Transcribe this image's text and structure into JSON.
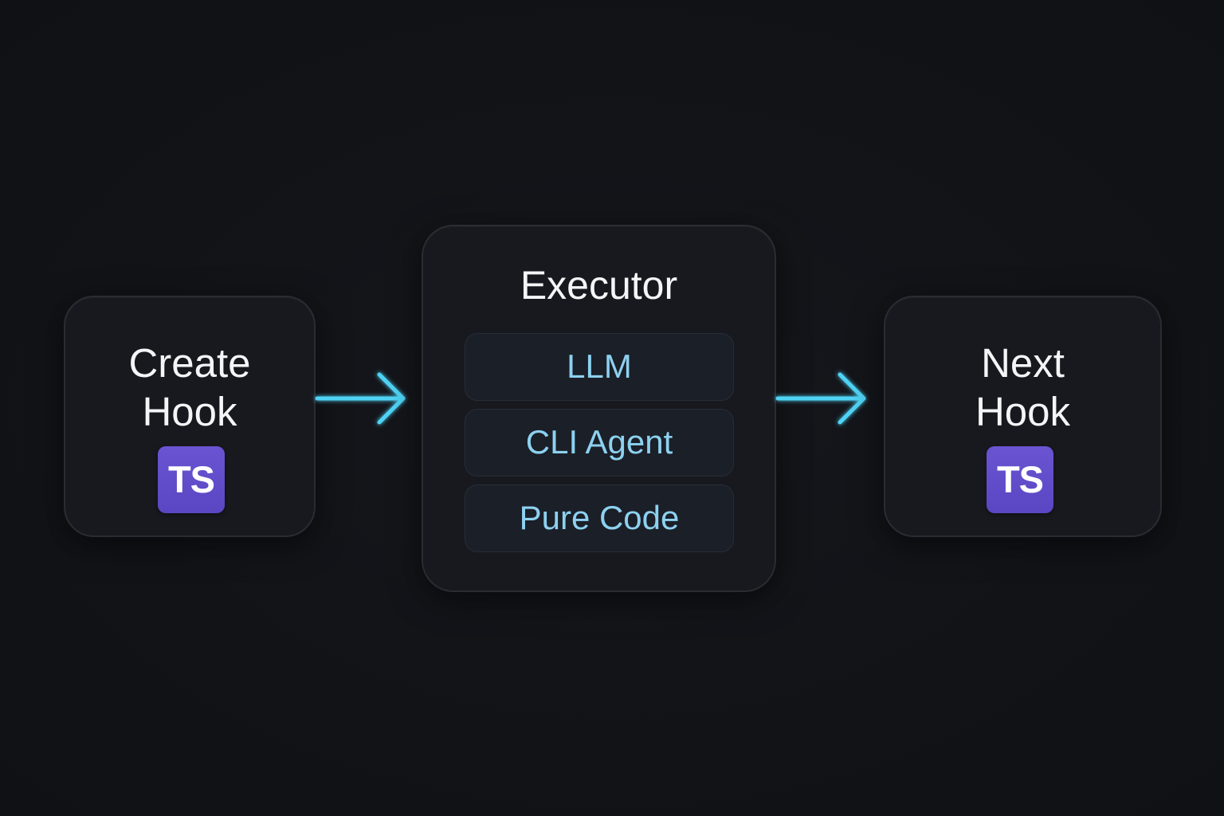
{
  "nodes": {
    "create_hook": {
      "label": "Create\nHook",
      "badge": "TS"
    },
    "executor": {
      "title": "Executor",
      "options": [
        "LLM",
        "CLI Agent",
        "Pure Code"
      ]
    },
    "next_hook": {
      "label": "Next\nHook",
      "badge": "TS"
    }
  },
  "colors": {
    "background": "#111317",
    "card": "#18191e",
    "arrow": "#4fd3f5",
    "option_text": "#8dd1f0",
    "ts_badge": "#5f4bc9"
  },
  "icons": {
    "flow_arrow": "arrow-right-icon",
    "badge": "typescript-icon"
  }
}
